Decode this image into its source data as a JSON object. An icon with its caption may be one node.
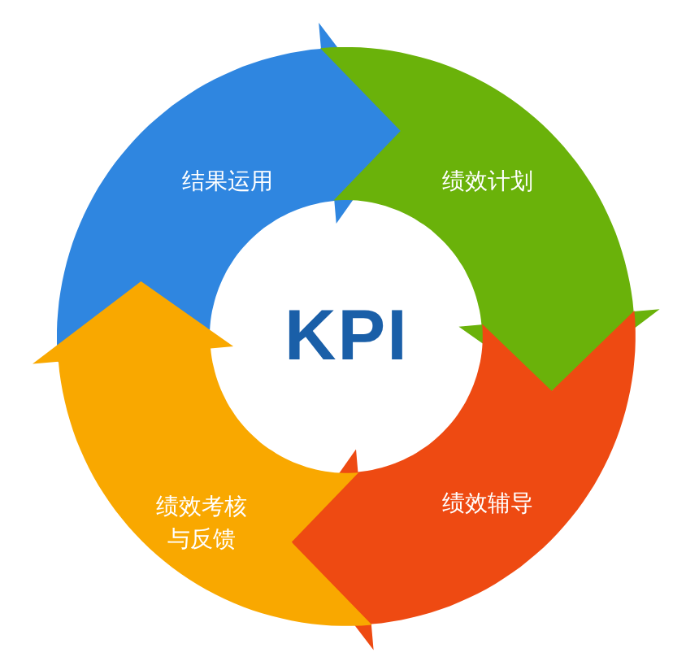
{
  "diagram": {
    "nodes": [
      {
        "text": [
          "结果运用"
        ]
      },
      {
        "text": [
          "绩效计划"
        ]
      },
      {
        "text": [
          "绩效辅导"
        ]
      },
      {
        "text": [
          "绩效考核与反馈"
        ]
      }
    ],
    "labels": [
      "KPI"
    ]
  }
}
